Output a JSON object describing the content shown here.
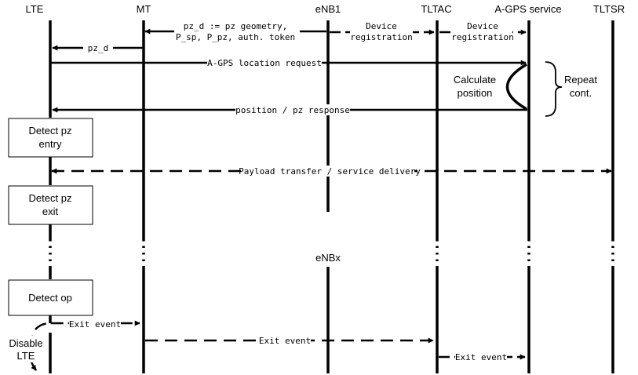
{
  "lifelines": {
    "lte": "LTE",
    "mt": "MT",
    "enb1": "eNB1",
    "tltac": "TLTAC",
    "agps": "A-GPS service",
    "tltsr": "TLTSR",
    "enbx": "eNBx"
  },
  "messages": {
    "pz_def_line1": "pz_d := pz geometry,",
    "pz_def_line2": "P_sp, P_pz, auth. token",
    "device_reg1_line1": "Device",
    "device_reg1_line2": "registration",
    "device_reg2_line1": "Device",
    "device_reg2_line2": "registration",
    "pz_d": "pz_d",
    "agps_request": "A-GPS location request",
    "position_response": "position / pz response",
    "payload_transfer": "Payload transfer / service delivery",
    "exit_event_1": "Exit event",
    "exit_event_2": "Exit event",
    "exit_event_3": "Exit event"
  },
  "boxes": {
    "detect_pz_entry_line1": "Detect pz",
    "detect_pz_entry_line2": "entry",
    "detect_pz_exit_line1": "Detect pz",
    "detect_pz_exit_line2": "exit",
    "detect_op": "Detect op"
  },
  "notes": {
    "calculate_line1": "Calculate",
    "calculate_line2": "position",
    "repeat_line1": "Repeat",
    "repeat_line2": "cont.",
    "disable_line1": "Disable",
    "disable_line2": "LTE"
  }
}
